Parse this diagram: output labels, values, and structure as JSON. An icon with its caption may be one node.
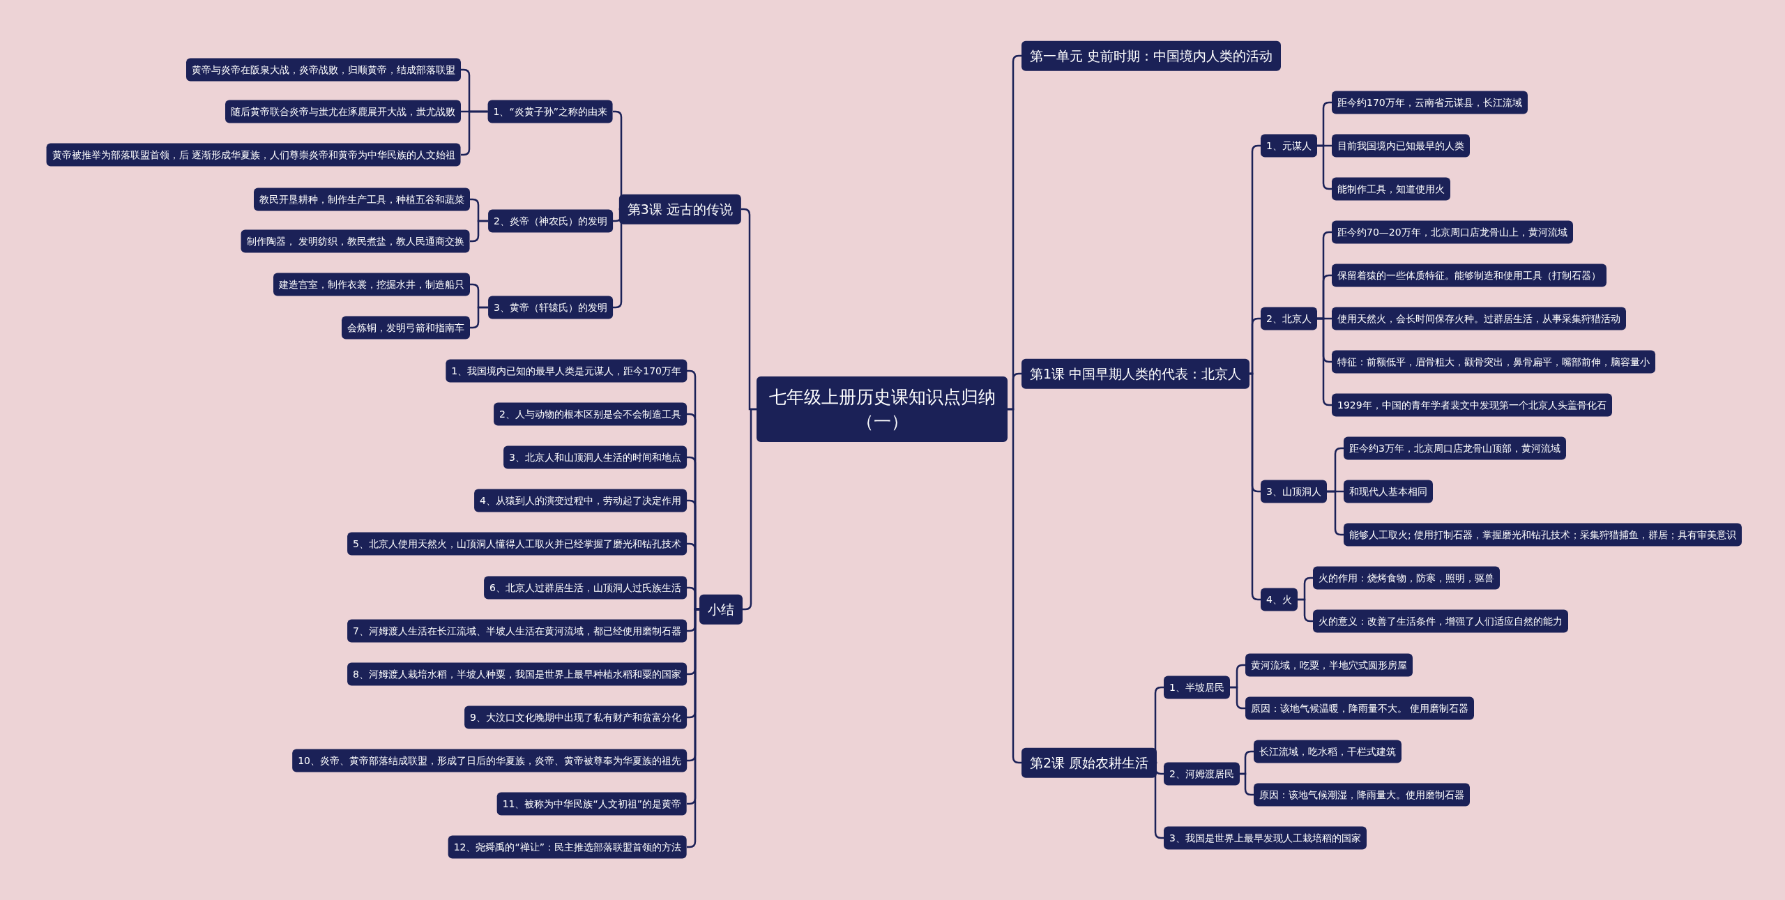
{
  "diagram": {
    "nodes": [
      {
        "text": [
          "七年级上册历史课知识点归纳（一）"
        ]
      },
      {
        "text": [
          "第一单元 史前时期：中国境内人类的活动"
        ]
      },
      {
        "text": [
          "第1课 中国早期人类的代表：北京人"
        ]
      },
      {
        "text": [
          "1、元谋人"
        ]
      },
      {
        "text": [
          "距今约170万年，云南省元谋县，长江流域"
        ]
      },
      {
        "text": [
          "目前我国境内已知最早的人类"
        ]
      },
      {
        "text": [
          "能制作工具，知道使用火"
        ]
      },
      {
        "text": [
          "2、北京人"
        ]
      },
      {
        "text": [
          "距今约70—20万年，北京周口店龙骨山上，黄河流域"
        ]
      },
      {
        "text": [
          "保留着猿的一些体质特征。能够制造和使用工具（打制石器）"
        ]
      },
      {
        "text": [
          "使用天然火，会长时间保存火种。过群居生活，从事采集狩猎活动"
        ]
      },
      {
        "text": [
          "特征：前额低平，眉骨粗大，颧骨突出，鼻骨扁平，嘴部前伸，脑容量小"
        ]
      },
      {
        "text": [
          "1929年，中国的青年学者裴文中发现第一个北京人头盖骨化石"
        ]
      },
      {
        "text": [
          "3、山顶洞人"
        ]
      },
      {
        "text": [
          "距今约3万年，北京周口店龙骨山顶部，黄河流域"
        ]
      },
      {
        "text": [
          "和现代人基本相同"
        ]
      },
      {
        "text": [
          "能够人工取火; 使用打制石器，掌握磨光和钻孔技术；采集狩猎捕鱼，群居；具有审美意识"
        ]
      },
      {
        "text": [
          "4、火"
        ]
      },
      {
        "text": [
          "火的作用：烧烤食物，防寒，照明，驱兽"
        ]
      },
      {
        "text": [
          "火的意义：改善了生活条件，增强了人们适应自然的能力"
        ]
      },
      {
        "text": [
          "第2课 原始农耕生活"
        ]
      },
      {
        "text": [
          "1、半坡居民"
        ]
      },
      {
        "text": [
          "黄河流域，吃粟，半地穴式圆形房屋"
        ]
      },
      {
        "text": [
          "原因：该地气候温暖，降雨量不大。 使用磨制石器"
        ]
      },
      {
        "text": [
          "2、河姆渡居民"
        ]
      },
      {
        "text": [
          "长江流域，吃水稻，干栏式建筑"
        ]
      },
      {
        "text": [
          "原因：该地气候潮湿，降雨量大。使用磨制石器"
        ]
      },
      {
        "text": [
          "3、我国是世界上最早发现人工栽培稻的国家"
        ]
      },
      {
        "text": [
          "第3课 远古的传说"
        ]
      },
      {
        "text": [
          "1、“炎黄子孙”之称的由来"
        ]
      },
      {
        "text": [
          "黄帝与炎帝在阪泉大战，炎帝战败，归顺黄帝，结成部落联盟"
        ]
      },
      {
        "text": [
          "随后黄帝联合炎帝与蚩尤在涿鹿展开大战，蚩尤战败"
        ]
      },
      {
        "text": [
          "黄帝被推举为部落联盟首领，后 逐渐形成华夏族，人们尊崇炎帝和黄帝为中华民族的人文始祖"
        ]
      },
      {
        "text": [
          "2、炎帝（神农氏）的发明"
        ]
      },
      {
        "text": [
          "教民开垦耕种，制作生产工具，种植五谷和蔬菜"
        ]
      },
      {
        "text": [
          "制作陶器， 发明纺织，教民煮盐，教人民通商交换"
        ]
      },
      {
        "text": [
          "3、黄帝（轩辕氏）的发明"
        ]
      },
      {
        "text": [
          "建造宫室，制作衣裳，挖掘水井，制造船只"
        ]
      },
      {
        "text": [
          "会炼铜，发明弓箭和指南车"
        ]
      },
      {
        "text": [
          "小结"
        ]
      },
      {
        "text": [
          "1、我国境内已知的最早人类是元谋人，距今170万年"
        ]
      },
      {
        "text": [
          "2、人与动物的根本区别是会不会制造工具"
        ]
      },
      {
        "text": [
          "3、北京人和山顶洞人生活的时间和地点"
        ]
      },
      {
        "text": [
          "4、从猿到人的演变过程中，劳动起了决定作用"
        ]
      },
      {
        "text": [
          "5、北京人使用天然火，山顶洞人懂得人工取火并已经掌握了磨光和钻孔技术"
        ]
      },
      {
        "text": [
          "6、北京人过群居生活，山顶洞人过氏族生活"
        ]
      },
      {
        "text": [
          "7、河姆渡人生活在长江流域、半坡人生活在黄河流域，都已经使用磨制石器"
        ]
      },
      {
        "text": [
          "8、河姆渡人栽培水稻，半坡人种粟，我国是世界上最早种植水稻和粟的国家"
        ]
      },
      {
        "text": [
          "9、大汶口文化晚期中出现了私有财产和贫富分化"
        ]
      },
      {
        "text": [
          "10、炎帝、黄帝部落结成联盟，形成了日后的华夏族，炎帝、黄帝被尊奉为华夏族的祖先"
        ]
      },
      {
        "text": [
          "11、被称为中华民族“人文初祖”的是黄帝"
        ]
      },
      {
        "text": [
          "12、尧舜禹的“禅让”：民主推选部落联盟首领的方法"
        ]
      }
    ],
    "edges": [
      {
        "from": 0,
        "to": 1,
        "arrow": "none"
      },
      {
        "from": 0,
        "to": 2,
        "arrow": "none"
      },
      {
        "from": 0,
        "to": 20,
        "arrow": "none"
      },
      {
        "from": 2,
        "to": 3,
        "arrow": "none"
      },
      {
        "from": 3,
        "to": 4,
        "arrow": "none"
      },
      {
        "from": 3,
        "to": 5,
        "arrow": "none"
      },
      {
        "from": 3,
        "to": 6,
        "arrow": "none"
      },
      {
        "from": 2,
        "to": 7,
        "arrow": "none"
      },
      {
        "from": 7,
        "to": 8,
        "arrow": "none"
      },
      {
        "from": 7,
        "to": 9,
        "arrow": "none"
      },
      {
        "from": 7,
        "to": 10,
        "arrow": "none"
      },
      {
        "from": 7,
        "to": 11,
        "arrow": "none"
      },
      {
        "from": 7,
        "to": 12,
        "arrow": "none"
      },
      {
        "from": 2,
        "to": 13,
        "arrow": "none"
      },
      {
        "from": 13,
        "to": 14,
        "arrow": "none"
      },
      {
        "from": 13,
        "to": 15,
        "arrow": "none"
      },
      {
        "from": 13,
        "to": 16,
        "arrow": "none"
      },
      {
        "from": 2,
        "to": 17,
        "arrow": "none"
      },
      {
        "from": 17,
        "to": 18,
        "arrow": "none"
      },
      {
        "from": 17,
        "to": 19,
        "arrow": "none"
      },
      {
        "from": 20,
        "to": 21,
        "arrow": "none"
      },
      {
        "from": 21,
        "to": 22,
        "arrow": "none"
      },
      {
        "from": 21,
        "to": 23,
        "arrow": "none"
      },
      {
        "from": 20,
        "to": 24,
        "arrow": "none"
      },
      {
        "from": 24,
        "to": 25,
        "arrow": "none"
      },
      {
        "from": 24,
        "to": 26,
        "arrow": "none"
      },
      {
        "from": 20,
        "to": 27,
        "arrow": "none"
      },
      {
        "from": 0,
        "to": 28,
        "arrow": "none"
      },
      {
        "from": 28,
        "to": 29,
        "arrow": "none"
      },
      {
        "from": 29,
        "to": 30,
        "arrow": "none"
      },
      {
        "from": 29,
        "to": 31,
        "arrow": "none"
      },
      {
        "from": 29,
        "to": 32,
        "arrow": "none"
      },
      {
        "from": 28,
        "to": 33,
        "arrow": "none"
      },
      {
        "from": 33,
        "to": 34,
        "arrow": "none"
      },
      {
        "from": 33,
        "to": 35,
        "arrow": "none"
      },
      {
        "from": 28,
        "to": 36,
        "arrow": "none"
      },
      {
        "from": 36,
        "to": 37,
        "arrow": "none"
      },
      {
        "from": 36,
        "to": 38,
        "arrow": "none"
      },
      {
        "from": 0,
        "to": 39,
        "arrow": "none"
      },
      {
        "from": 39,
        "to": 40,
        "arrow": "none"
      },
      {
        "from": 39,
        "to": 41,
        "arrow": "none"
      },
      {
        "from": 39,
        "to": 42,
        "arrow": "none"
      },
      {
        "from": 39,
        "to": 43,
        "arrow": "none"
      },
      {
        "from": 39,
        "to": 44,
        "arrow": "none"
      },
      {
        "from": 39,
        "to": 45,
        "arrow": "none"
      },
      {
        "from": 39,
        "to": 46,
        "arrow": "none"
      },
      {
        "from": 39,
        "to": 47,
        "arrow": "none"
      },
      {
        "from": 39,
        "to": 48,
        "arrow": "none"
      },
      {
        "from": 39,
        "to": 49,
        "arrow": "none"
      },
      {
        "from": 39,
        "to": 50,
        "arrow": "none"
      },
      {
        "from": 39,
        "to": 51,
        "arrow": "none"
      }
    ]
  }
}
